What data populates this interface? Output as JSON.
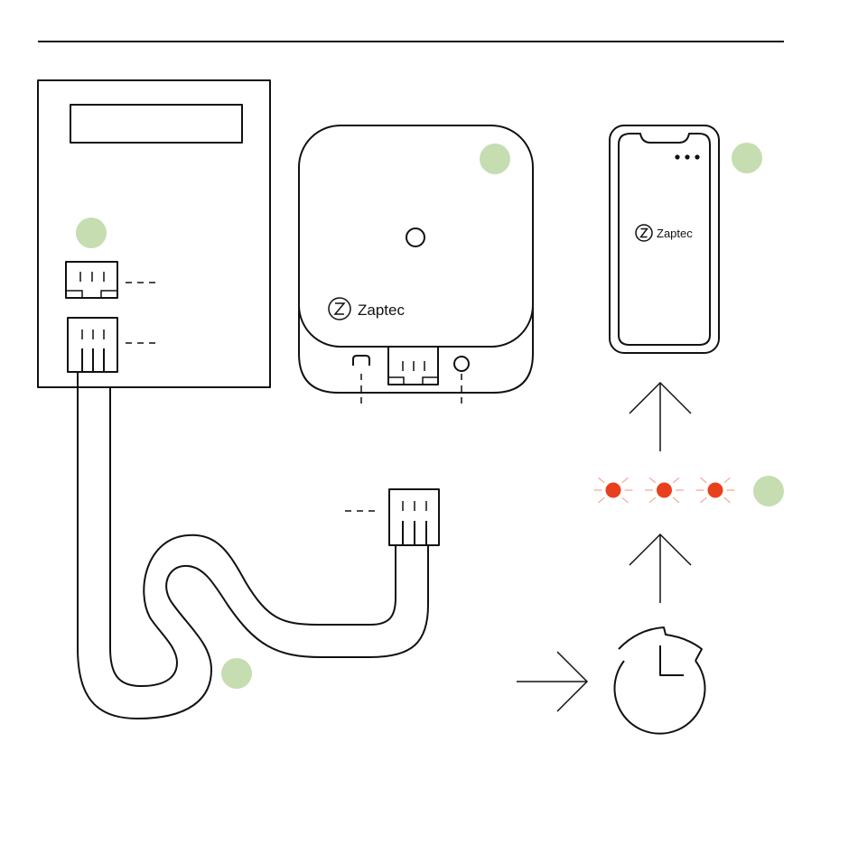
{
  "brand": {
    "logo_text": "Zaptec",
    "logo_icon": "zaptec-z-logo-icon"
  },
  "colors": {
    "ink": "#111111",
    "step_marker": "#c5ddb0",
    "led_red": "#e8401c",
    "led_glow": "#f3a999",
    "background": "#ffffff"
  },
  "steps": {
    "count": 5,
    "markers": [
      "meter-step-marker",
      "charger-step-marker",
      "phone-step-marker",
      "led-step-marker",
      "cable-step-marker"
    ]
  },
  "led_indicator": {
    "count": 3,
    "state": "blinking",
    "icon": "red-blinking-led-icon"
  },
  "phone": {
    "status_dots": 3,
    "icon": "smartphone-icon"
  },
  "timer": {
    "icon": "stopwatch-icon"
  }
}
